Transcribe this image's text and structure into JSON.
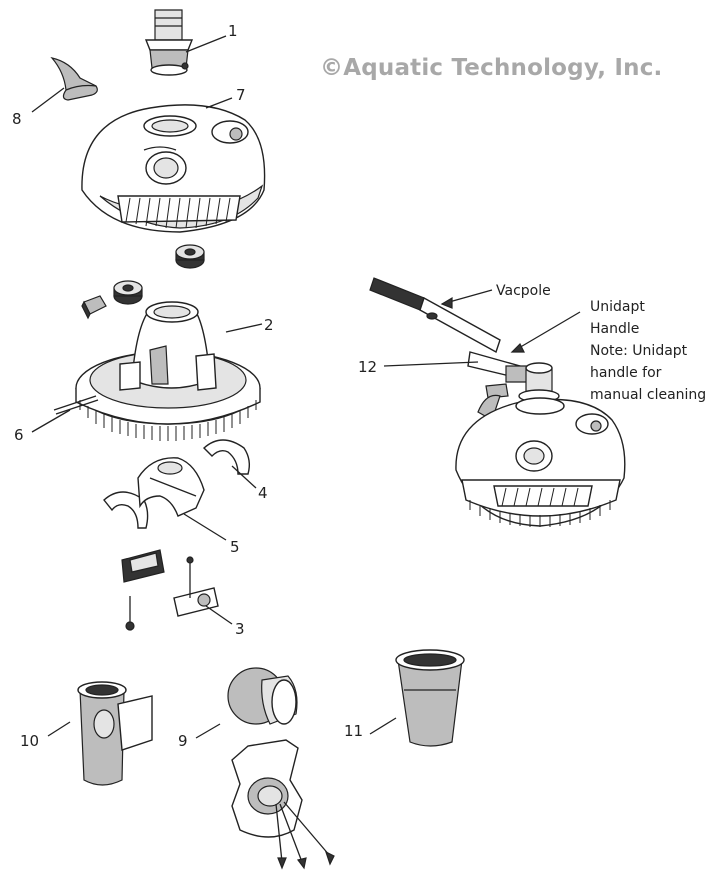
{
  "copyright": "©Aquatic Technology, Inc.",
  "callouts": {
    "n1": "1",
    "n2": "2",
    "n3": "3",
    "n4": "4",
    "n5": "5",
    "n6": "6",
    "n7": "7",
    "n8": "8",
    "n9": "9",
    "n10": "10",
    "n11": "11",
    "n12": "12"
  },
  "labels": {
    "vacpole": "Vacpole",
    "unidapt_line1": "Unidapt",
    "unidapt_line2": "Handle",
    "note_line1": "Note: Unidapt",
    "note_line2": "handle for",
    "note_line3": "manual cleaning"
  }
}
